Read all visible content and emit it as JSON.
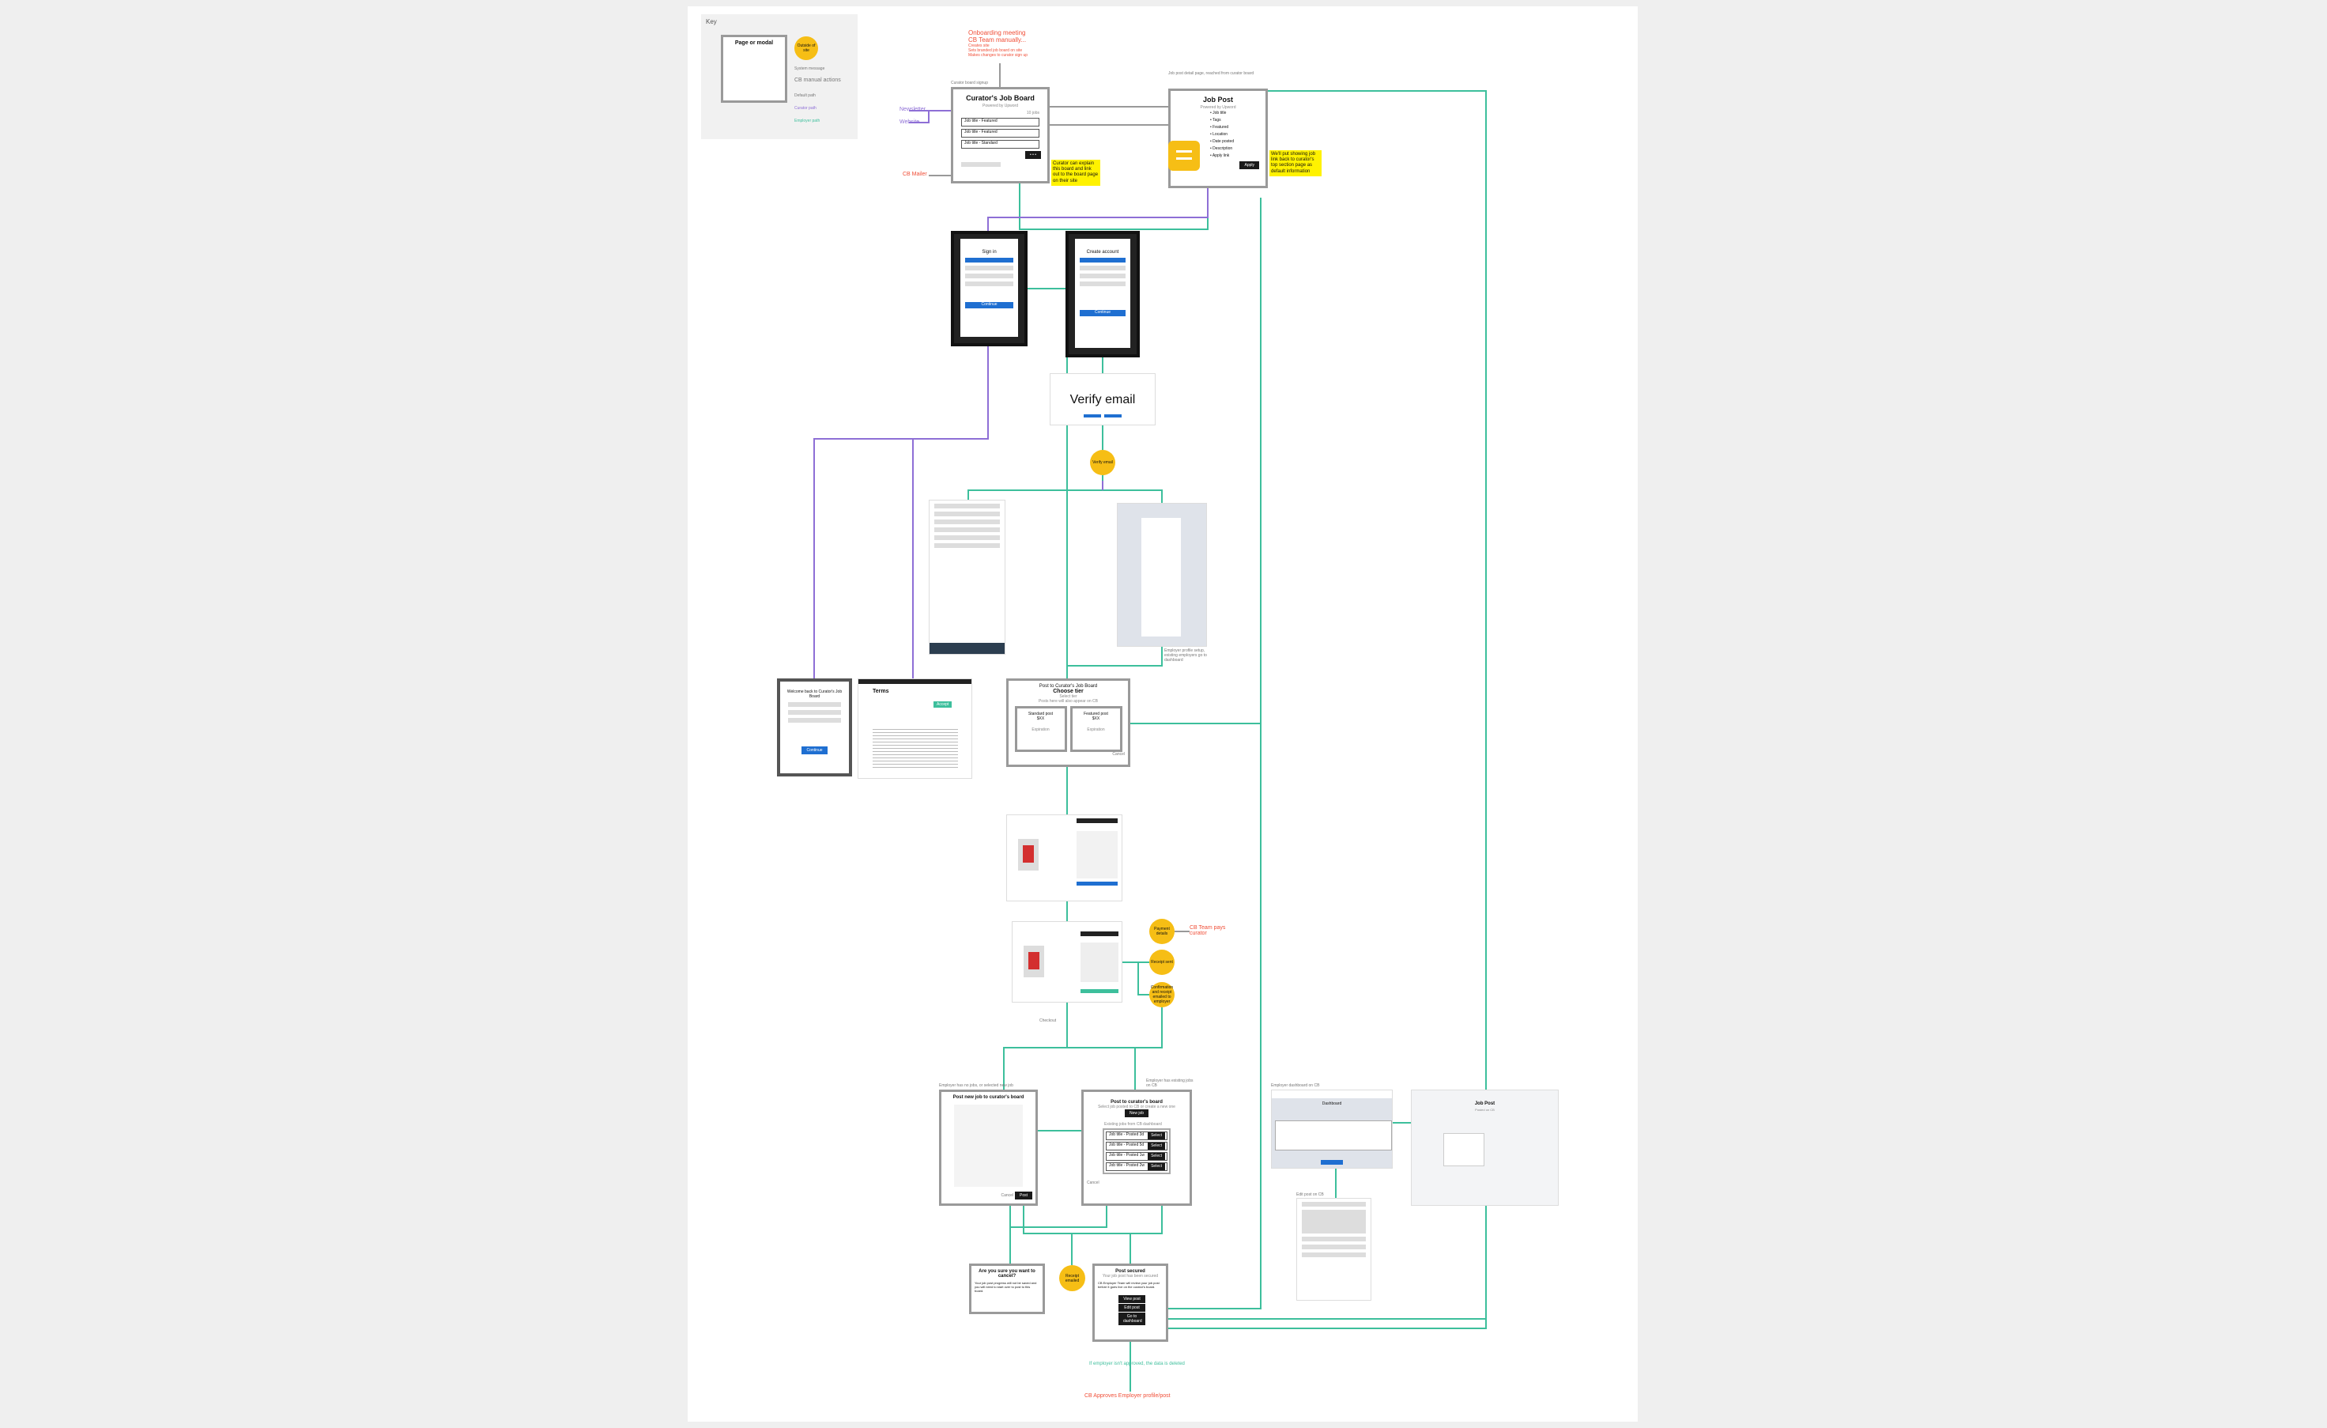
{
  "key": {
    "title": "Key",
    "page_label": "Page or modal",
    "circle_label": "Outside of site",
    "system_message": "System message",
    "manual_actions": "CB manual actions",
    "arrow_default": "Default path",
    "arrow_purple": "Curator path",
    "arrow_green": "Employer path"
  },
  "onboarding": {
    "title": "Onboarding meeting",
    "subtitle": "CB Team manually...",
    "bullets": [
      "Creates site",
      "Sets branded job board on site",
      "Makes changes to curator sign up"
    ]
  },
  "sources": {
    "newsletter": "Newsletter",
    "website": "Website",
    "mailer": "CB Mailer"
  },
  "curator_board": {
    "note_above": "Curator board signup",
    "title": "Curator's Job Board",
    "subtitle": "Powered by Upword",
    "count": "10 jobs",
    "jobs": [
      "Job title - Featured",
      "Job title - Featured",
      "Job title - Standard"
    ],
    "more": "• • •"
  },
  "note_board": "Curator can explain this board and link out to the board page on their site",
  "job_post": {
    "note_above": "Job post detail page, reached from curator board",
    "title": "Job Post",
    "subtitle": "Powered by Upword",
    "fields": [
      "Job title",
      "Tags",
      "Featured",
      "Location",
      "Date posted",
      "Description",
      "Apply link"
    ],
    "apply": "Apply"
  },
  "note_post": "We'll put showing job link back to curator's top section page as default information",
  "signup": {
    "a_title": "Sign in",
    "b_title": "Create account",
    "continue": "Continue"
  },
  "verify": {
    "title": "Verify email"
  },
  "circle_email": "Verify email",
  "screens": {
    "note_right": "Employer profile setup, existing employers go to dashboard"
  },
  "modal_login": {
    "title": "Welcome back to Curator's Job Board",
    "cta": "Continue"
  },
  "terms": {
    "title": "Terms",
    "badge": "Accept"
  },
  "tier": {
    "title": "Post to Curator's Job Board",
    "heading": "Choose tier",
    "sub": "Select tier",
    "note": "Posts here will also appear on CB",
    "standard": "Standard post",
    "standard_price": "$XX",
    "featured": "Featured post",
    "featured_price": "$XX",
    "expire": "Expiration",
    "cancel": "Cancel"
  },
  "circles_pay": [
    "Payment details",
    "Receipt sent",
    "Confirmation and receipt emailed to employer"
  ],
  "pay_note": "CB Team pays curator",
  "checkout_label": "Checkout",
  "new_job": {
    "note_above": "Employer has no jobs, or selected new job",
    "title": "Post new job to curator's board",
    "cancel": "Cancel",
    "post": "Post"
  },
  "existing": {
    "note_above": "Employer has existing jobs on CB",
    "title": "Post to curator's board",
    "sub": "Select job posted to CB or create a new one",
    "new_btn": "New job",
    "list_label": "Existing jobs from CB dashboard",
    "jobs": [
      "Job title - Posted 3d",
      "Job title - Posted 5d",
      "Job title - Posted 1w",
      "Job title - Posted 2w"
    ],
    "select": "Select",
    "cancel": "Cancel"
  },
  "cancel_modal": {
    "title": "Are you sure you want to cancel?",
    "body": "Your job post progress will not be saved and you will need to start over to post to this board."
  },
  "circle_receipt": "Receipt emailed",
  "secured": {
    "title": "Post secured",
    "sub": "Your job post has been secured",
    "body": "CB Employer Team will review your job post before it goes live on the curator's board.",
    "buttons": [
      "View post",
      "Edit post",
      "Go to dashboard"
    ]
  },
  "green_note": "If employer isn't approved, the data is deleted",
  "red_note": "CB Approves Employer profile/post",
  "dashboard": {
    "note_above": "Employer dashboard on CB",
    "title": "Dashboard",
    "edit_note": "Edit post on CB"
  },
  "cb_page": {
    "title": "Job Post",
    "sub": "Posted on CB"
  },
  "colors": {
    "teal": "#3dbf9c",
    "purple": "#8e6fd6",
    "yellow": "#f6be15",
    "red": "#f04e37"
  }
}
